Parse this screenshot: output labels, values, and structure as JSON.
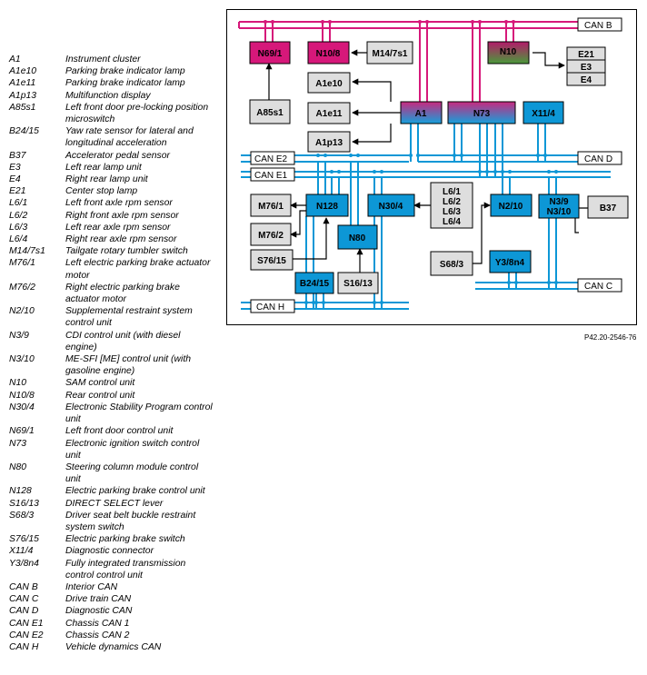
{
  "legend": [
    {
      "code": "A1",
      "desc": "Instrument cluster"
    },
    {
      "code": "A1e10",
      "desc": "Parking brake indicator lamp"
    },
    {
      "code": "A1e11",
      "desc": "Parking brake indicator lamp"
    },
    {
      "code": "A1p13",
      "desc": "Multifunction display"
    },
    {
      "code": "A85s1",
      "desc": "Left front door pre-locking position microswitch"
    },
    {
      "code": "B24/15",
      "desc": "Yaw rate sensor for lateral and longitudinal acceleration"
    },
    {
      "code": "B37",
      "desc": "Accelerator pedal sensor"
    },
    {
      "code": "E3",
      "desc": "Left rear lamp unit"
    },
    {
      "code": "E4",
      "desc": "Right rear lamp unit"
    },
    {
      "code": "E21",
      "desc": "Center stop lamp"
    },
    {
      "code": "L6/1",
      "desc": "Left front axle rpm sensor"
    },
    {
      "code": "L6/2",
      "desc": "Right front axle rpm sensor"
    },
    {
      "code": "L6/3",
      "desc": "Left rear axle rpm sensor"
    },
    {
      "code": "L6/4",
      "desc": "Right rear axle rpm sensor"
    },
    {
      "code": "M14/7s1",
      "desc": "Tailgate rotary tumbler switch"
    },
    {
      "code": "M76/1",
      "desc": "Left electric parking brake actuator motor"
    },
    {
      "code": "M76/2",
      "desc": "Right electric parking brake actuator motor"
    },
    {
      "code": "N2/10",
      "desc": "Supplemental restraint system control unit"
    },
    {
      "code": "N3/9",
      "desc": "CDI control unit (with diesel engine)"
    },
    {
      "code": "N3/10",
      "desc": "ME-SFI [ME] control unit (with gasoline engine)"
    },
    {
      "code": "N10",
      "desc": "SAM control unit"
    },
    {
      "code": "N10/8",
      "desc": "Rear control unit"
    },
    {
      "code": "N30/4",
      "desc": "Electronic Stability Program control unit"
    },
    {
      "code": "N69/1",
      "desc": "Left front door control unit"
    },
    {
      "code": "N73",
      "desc": "Electronic ignition switch control unit"
    },
    {
      "code": "N80",
      "desc": "Steering column module control unit"
    },
    {
      "code": "N128",
      "desc": "Electric parking brake control unit"
    },
    {
      "code": "S16/13",
      "desc": "DIRECT SELECT lever"
    },
    {
      "code": "S68/3",
      "desc": "Driver seat belt buckle restraint system switch"
    },
    {
      "code": "S76/15",
      "desc": "Electric parking brake switch"
    },
    {
      "code": "X11/4",
      "desc": "Diagnostic connector"
    },
    {
      "code": "Y3/8n4",
      "desc": "Fully integrated transmission control control unit"
    },
    {
      "code": "CAN B",
      "desc": "Interior CAN"
    },
    {
      "code": "CAN C",
      "desc": "Drive train CAN"
    },
    {
      "code": "CAN D",
      "desc": "Diagnostic CAN"
    },
    {
      "code": "CAN E1",
      "desc": "Chassis CAN 1"
    },
    {
      "code": "CAN E2",
      "desc": "Chassis CAN 2"
    },
    {
      "code": "CAN H",
      "desc": "Vehicle dynamics CAN"
    }
  ],
  "diagram": {
    "bus_labels": {
      "canb": "CAN B",
      "cand": "CAN D",
      "cane2": "CAN E2",
      "cane1": "CAN E1",
      "canc": "CAN C",
      "canh": "CAN H"
    },
    "modules": {
      "n69_1": "N69/1",
      "n10_8": "N10/8",
      "m14_7s1": "M14/7s1",
      "n10": "N10",
      "e21": "E21",
      "e3": "E3",
      "e4": "E4",
      "a1e10": "A1e10",
      "a1e11": "A1e11",
      "a1p13": "A1p13",
      "a85s1": "A85s1",
      "a1": "A1",
      "n73": "N73",
      "x11_4": "X11/4",
      "m76_1": "M76/1",
      "m76_2": "M76/2",
      "n128": "N128",
      "s76_15": "S76/15",
      "n30_4": "N30/4",
      "n80": "N80",
      "b24_15": "B24/15",
      "s16_13": "S16/13",
      "l6_1": "L6/1",
      "l6_2": "L6/2",
      "l6_3": "L6/3",
      "l6_4": "L6/4",
      "n2_10": "N2/10",
      "n3_9": "N3/9",
      "n3_10": "N3/10",
      "b37": "B37",
      "s68_3": "S68/3",
      "y3_8n4": "Y3/8n4"
    },
    "colors": {
      "pink": "#d6187a",
      "blue": "#0d97d6",
      "gray": "#dedede",
      "n10_top": "#b31a6a",
      "n10_bottom": "#4a9a3a",
      "frame": "#000000"
    }
  },
  "reference": "P42.20-2546-76"
}
